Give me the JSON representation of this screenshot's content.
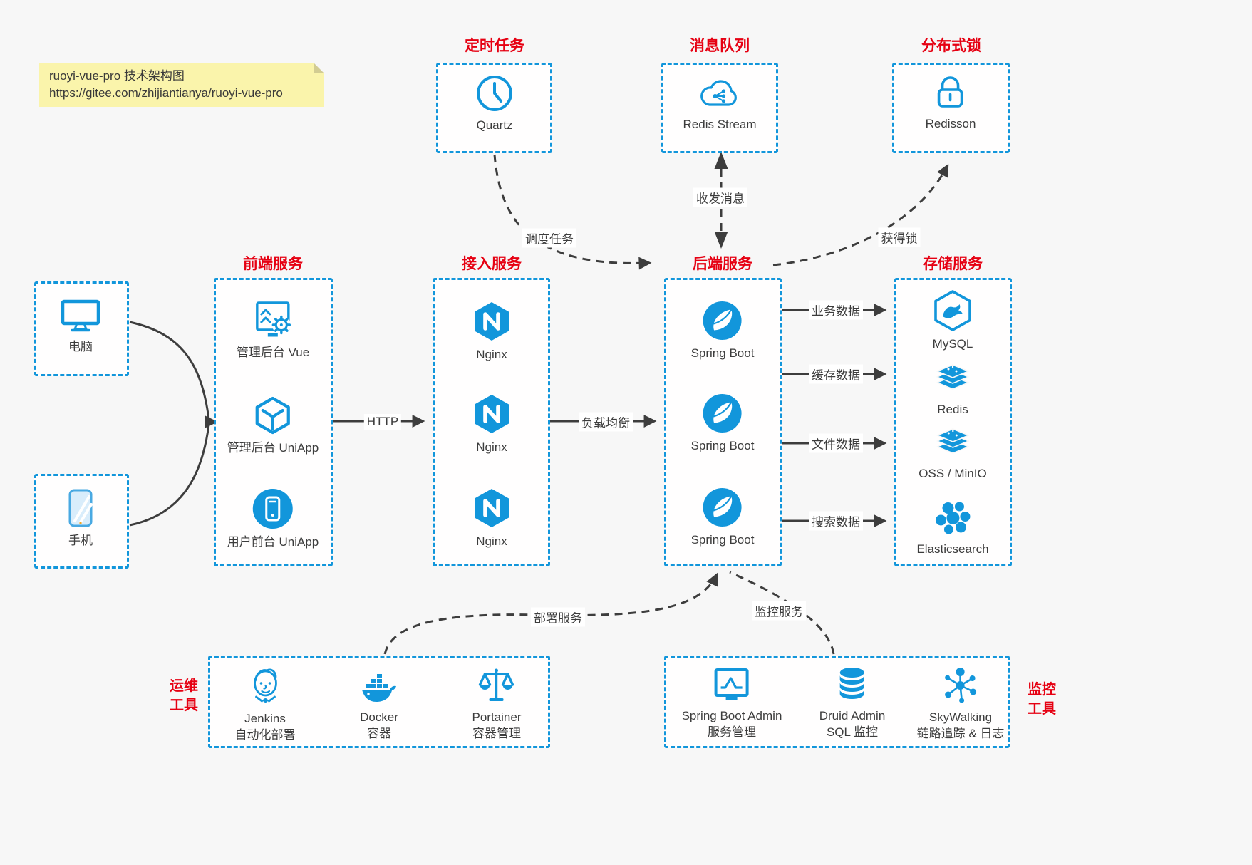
{
  "note": {
    "line1": "ruoyi-vue-pro 技术架构图",
    "line2": "https://gitee.com/zhijiantianya/ruoyi-vue-pro"
  },
  "groups": {
    "scheduled": {
      "title": "定时任务",
      "items": [
        {
          "icon": "clock-icon",
          "label": "Quartz"
        }
      ]
    },
    "mq": {
      "title": "消息队列",
      "items": [
        {
          "icon": "cloud-stream-icon",
          "label": "Redis Stream"
        }
      ]
    },
    "lock": {
      "title": "分布式锁",
      "items": [
        {
          "icon": "lock-icon",
          "label": "Redisson"
        }
      ]
    },
    "clients": {
      "items": [
        {
          "icon": "desktop-icon",
          "label": "电脑"
        },
        {
          "icon": "smartphone-icon",
          "label": "手机"
        }
      ]
    },
    "frontend": {
      "title": "前端服务",
      "items": [
        {
          "icon": "admin-vue-icon",
          "label": "管理后台 Vue"
        },
        {
          "icon": "uniapp-cube-icon",
          "label": "管理后台 UniApp"
        },
        {
          "icon": "phone-circle-icon",
          "label": "用户前台 UniApp"
        }
      ]
    },
    "gateway": {
      "title": "接入服务",
      "items": [
        {
          "icon": "nginx-hexagon-icon",
          "label": "Nginx"
        },
        {
          "icon": "nginx-hexagon-icon",
          "label": "Nginx"
        },
        {
          "icon": "nginx-hexagon-icon",
          "label": "Nginx"
        }
      ]
    },
    "backend": {
      "title": "后端服务",
      "items": [
        {
          "icon": "spring-leaf-icon",
          "label": "Spring Boot"
        },
        {
          "icon": "spring-leaf-icon",
          "label": "Spring Boot"
        },
        {
          "icon": "spring-leaf-icon",
          "label": "Spring Boot"
        }
      ]
    },
    "storage": {
      "title": "存储服务",
      "items": [
        {
          "icon": "mysql-dolphin-icon",
          "label": "MySQL"
        },
        {
          "icon": "redis-stack-icon",
          "label": "Redis"
        },
        {
          "icon": "storage-stack-icon",
          "label": "OSS / MinIO"
        },
        {
          "icon": "elasticsearch-cluster-icon",
          "label": "Elasticsearch"
        }
      ]
    },
    "ops": {
      "title_line1": "运维",
      "title_line2": "工具",
      "items": [
        {
          "icon": "jenkins-butler-icon",
          "label": "Jenkins",
          "sublabel": "自动化部署"
        },
        {
          "icon": "docker-whale-icon",
          "label": "Docker",
          "sublabel": "容器"
        },
        {
          "icon": "portainer-scales-icon",
          "label": "Portainer",
          "sublabel": "容器管理"
        }
      ]
    },
    "monitoring": {
      "title_line1": "监控",
      "title_line2": "工具",
      "items": [
        {
          "icon": "monitor-chart-icon",
          "label": "Spring Boot Admin",
          "sublabel": "服务管理"
        },
        {
          "icon": "database-icon",
          "label": "Druid Admin",
          "sublabel": "SQL 监控"
        },
        {
          "icon": "skywalking-topology-icon",
          "label": "SkyWalking",
          "sublabel": "链路追踪 & 日志"
        }
      ]
    }
  },
  "edges": {
    "http": "HTTP",
    "load_balance": "负载均衡",
    "schedule": "调度任务",
    "messages": "收发消息",
    "lock": "获得锁",
    "business": "业务数据",
    "cache": "缓存数据",
    "file": "文件数据",
    "search": "搜索数据",
    "deploy": "部署服务",
    "monitor": "监控服务"
  },
  "colors": {
    "accent": "#1296db",
    "title": "#e60012",
    "arrow": "#3d3d3d",
    "label": "#3c3c3c",
    "note_bg": "#faf4ab"
  }
}
